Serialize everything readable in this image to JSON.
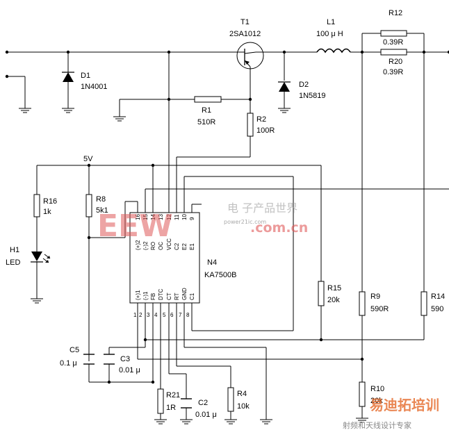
{
  "components": {
    "T1": {
      "ref": "T1",
      "value": "2SA1012"
    },
    "L1": {
      "ref": "L1",
      "value": "100 μ H"
    },
    "R12": {
      "ref": "R12",
      "value": "0.39R"
    },
    "R20": {
      "ref": "R20",
      "value": "0.39R"
    },
    "D1": {
      "ref": "D1",
      "value": "1N4001"
    },
    "D2": {
      "ref": "D2",
      "value": "1N5819"
    },
    "R1": {
      "ref": "R1",
      "value": "510R"
    },
    "R2": {
      "ref": "R2",
      "value": "100R"
    },
    "R16": {
      "ref": "R16",
      "value": "1k"
    },
    "R8": {
      "ref": "R8",
      "value": "5k1"
    },
    "H1": {
      "ref": "H1",
      "value": "LED"
    },
    "N4": {
      "ref": "N4",
      "value": "KA7500B"
    },
    "R15": {
      "ref": "R15",
      "value": "20k"
    },
    "R9": {
      "ref": "R9",
      "value": "590R"
    },
    "R14": {
      "ref": "R14",
      "value": "590"
    },
    "C5": {
      "ref": "C5",
      "value": "0.1 μ"
    },
    "C3": {
      "ref": "C3",
      "value": "0.01 μ"
    },
    "R21": {
      "ref": "R21",
      "value": "1R"
    },
    "C2": {
      "ref": "C2",
      "value": "0.01 μ"
    },
    "R4": {
      "ref": "R4",
      "value": "10k"
    },
    "R10": {
      "ref": "R10",
      "value": "20k"
    }
  },
  "net_5v": "5V",
  "ic_top_pins": [
    {
      "num": "16",
      "name": "(+)2"
    },
    {
      "num": "15",
      "name": "(-)2"
    },
    {
      "num": "14",
      "name": "RO"
    },
    {
      "num": "13",
      "name": "OC"
    },
    {
      "num": "12",
      "name": "VCC"
    },
    {
      "num": "11",
      "name": "C2"
    },
    {
      "num": "10",
      "name": "E2"
    },
    {
      "num": "9",
      "name": "E1"
    }
  ],
  "ic_bottom_pins": [
    {
      "num": "1",
      "name": "(+)1"
    },
    {
      "num": "2",
      "name": "(-)1"
    },
    {
      "num": "3",
      "name": "FB"
    },
    {
      "num": "4",
      "name": "DTC"
    },
    {
      "num": "5",
      "name": "CT"
    },
    {
      "num": "6",
      "name": "RT"
    },
    {
      "num": "7",
      "name": "GND"
    },
    {
      "num": "8",
      "name": "C1"
    }
  ],
  "watermark_main": {
    "logo": "EEW",
    "cn": "电 子产品世界",
    "com": ".com.cn",
    "small": "power21ic.com"
  },
  "watermark_corner": {
    "top": "易迪拓培训",
    "bottom": "射频和天线设计专家"
  }
}
